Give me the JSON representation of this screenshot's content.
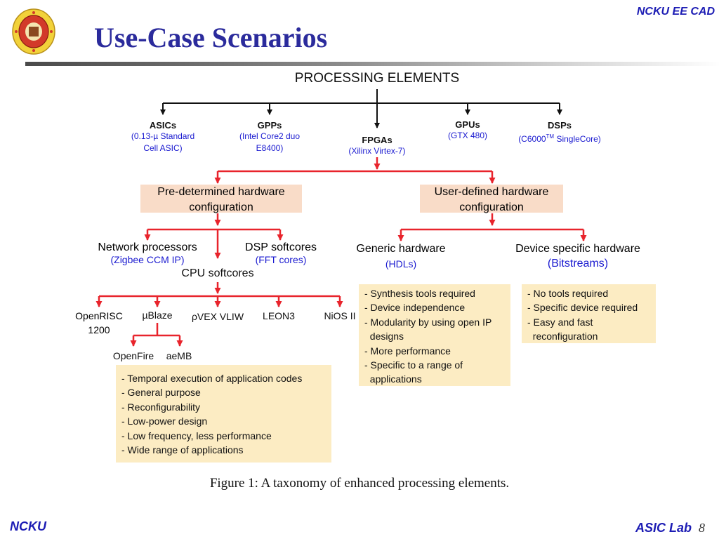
{
  "header": {
    "org": "NCKU EE CAD",
    "title": "Use-Case Scenarios"
  },
  "diagram": {
    "root": "PROCESSING ELEMENTS",
    "level1": [
      {
        "name": "ASICs",
        "detail_lines": [
          "(0.13-µ Standard",
          "Cell ASIC)"
        ]
      },
      {
        "name": "GPPs",
        "detail_lines": [
          "(Intel Core2 duo",
          "E8400)"
        ]
      },
      {
        "name": "FPGAs",
        "detail_lines": [
          "(Xilinx Virtex-7)"
        ]
      },
      {
        "name": "GPUs",
        "detail_lines": [
          "(GTX 480)"
        ]
      },
      {
        "name": "DSPs",
        "detail_pre": "(C6000",
        "detail_sup": "TM",
        "detail_post": " SingleCore)"
      }
    ],
    "predetermined": {
      "lines": [
        "Pre-determined hardware",
        "configuration"
      ]
    },
    "userdefined": {
      "lines": [
        "User-defined hardware",
        "configuration"
      ]
    },
    "network": {
      "name": "Network processors",
      "detail": "(Zigbee CCM IP)"
    },
    "dsp_soft": {
      "name": "DSP softcores",
      "detail": "(FFT cores)"
    },
    "cpu_soft": {
      "name": "CPU softcores"
    },
    "generic": {
      "name": "Generic hardware",
      "detail": "(HDLs)"
    },
    "device_specific": {
      "name": "Device specific hardware",
      "detail": "(Bitstreams)"
    },
    "softcores": [
      {
        "lines": [
          "OpenRISC",
          "1200"
        ]
      },
      {
        "lines": [
          "µBlaze"
        ]
      },
      {
        "lines": [
          "ρVEX VLIW"
        ]
      },
      {
        "lines": [
          "LEON3"
        ]
      },
      {
        "lines": [
          "NiOS II"
        ]
      }
    ],
    "ublaze_children": [
      "OpenFire",
      "aeMB"
    ],
    "cpu_box": [
      "- Temporal execution of application codes",
      "- General purpose",
      "- Reconfigurability",
      "- Low-power design",
      "- Low frequency, less performance",
      "- Wide range of applications"
    ],
    "generic_box": [
      "- Synthesis tools required",
      "- Device independence",
      "- Modularity by using open IP",
      "  designs",
      "- More performance",
      "- Specific to a range of",
      "  applications"
    ],
    "device_box": [
      "- No tools required",
      "- Specific device required",
      "- Easy and fast",
      "  reconfiguration"
    ]
  },
  "caption": "Figure 1: A taxonomy of enhanced processing elements.",
  "footer": {
    "left": "NCKU",
    "lab": "ASIC Lab",
    "page": "8"
  },
  "colors": {
    "accent_blue": "#1c1cb4",
    "arrow_red": "#e8242c",
    "box_yellow": "#fcecc3",
    "box_pink": "#f9dcc8"
  },
  "logo": {
    "icon": "university-seal-icon"
  }
}
